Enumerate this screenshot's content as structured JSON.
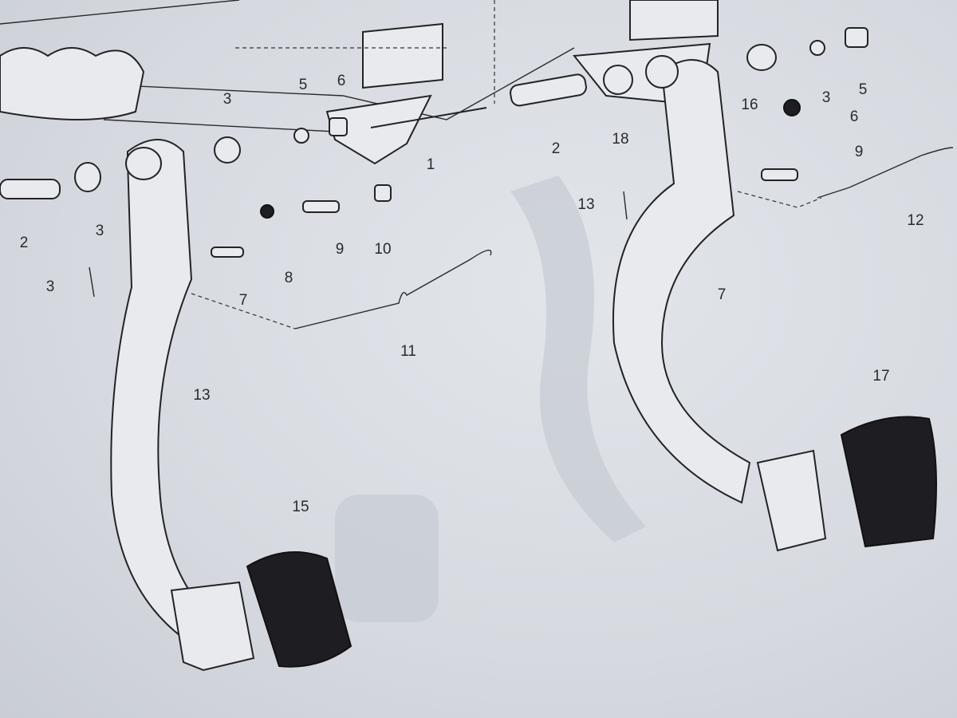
{
  "diagram": {
    "title": "Pedal assembly exploded view",
    "callouts": [
      "1",
      "2",
      "3",
      "5",
      "6",
      "3",
      "2",
      "3",
      "7",
      "8",
      "9",
      "10",
      "11",
      "13",
      "15",
      "16",
      "3",
      "5",
      "6",
      "9",
      "12",
      "13",
      "7",
      "17",
      "18"
    ]
  }
}
